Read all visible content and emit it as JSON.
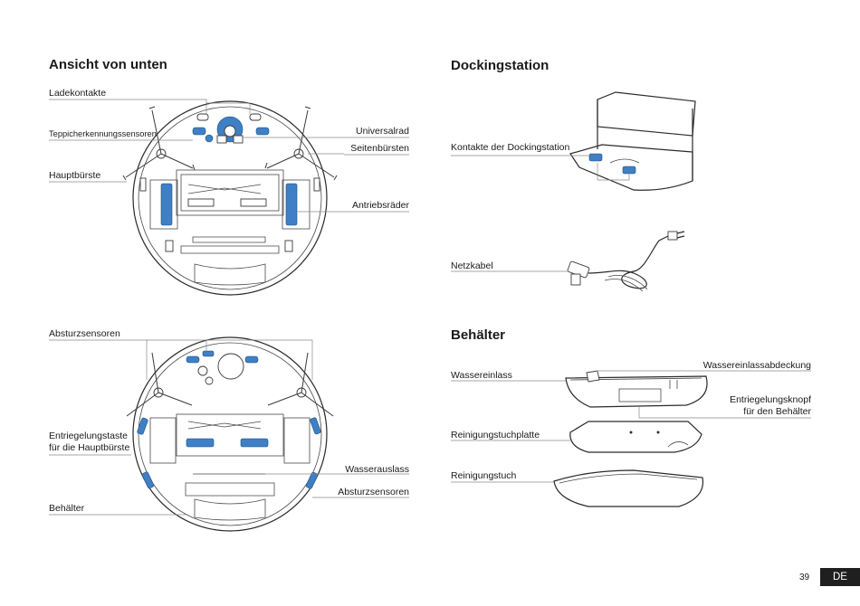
{
  "left": {
    "title_bottom_view": "Ansicht von unten",
    "top_diagram": {
      "charging_contacts": "Ladekontakte",
      "carpet_sensors": "Teppicherkennungssensoren",
      "main_brush": "Hauptbürste",
      "universal_wheel": "Universalrad",
      "side_brushes": "Seitenbürsten",
      "drive_wheels": "Antriebsräder"
    },
    "bottom_diagram": {
      "cliff_sensors_left": "Absturzsensoren",
      "main_brush_release_line1": "Entriegelungstaste",
      "main_brush_release_line2": "für die Hauptbürste",
      "tank": "Behälter",
      "water_outlet": "Wasserauslass",
      "cliff_sensors_right": "Absturzsensoren"
    }
  },
  "right": {
    "title_docking": "Dockingstation",
    "dock_contacts": "Kontakte der Dockingstation",
    "power_cable": "Netzkabel",
    "title_tank": "Behälter",
    "water_inlet": "Wassereinlass",
    "water_inlet_cover": "Wassereinlassabdeckung",
    "release_button_line1": "Entriegelungsknopf",
    "release_button_line2": "für den Behälter",
    "mop_plate": "Reinigungstuchplatte",
    "mop_cloth": "Reinigungstuch"
  },
  "footer": {
    "page_number": "39",
    "language": "DE"
  },
  "colors": {
    "accent_blue": "#3f7fc4",
    "line": "#6b6b6b"
  }
}
